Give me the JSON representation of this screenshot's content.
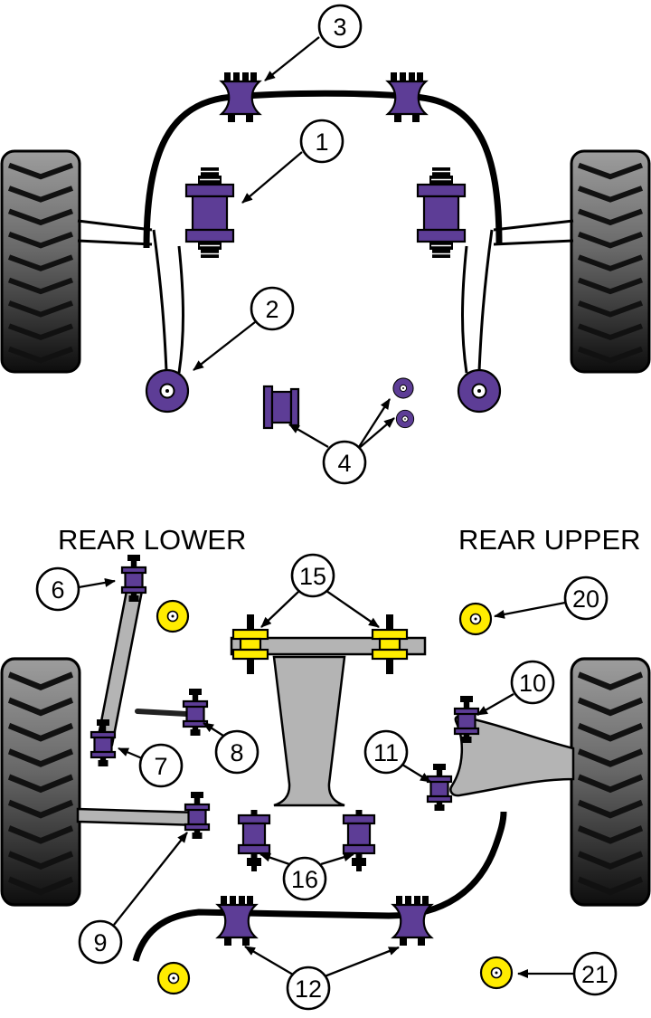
{
  "labels": {
    "rear_lower": "REAR LOWER",
    "rear_upper": "REAR UPPER"
  },
  "callouts": {
    "c1": "1",
    "c2": "2",
    "c3": "3",
    "c4": "4",
    "c6": "6",
    "c7": "7",
    "c8": "8",
    "c9": "9",
    "c10": "10",
    "c11": "11",
    "c12": "12",
    "c15": "15",
    "c16": "16",
    "c20": "20",
    "c21": "21"
  },
  "colors": {
    "bushing_purple": "#5d3d96",
    "bushing_yellow": "#ffec00",
    "arm_gray": "#b4b4b4",
    "outline": "#000000",
    "background": "#ffffff"
  }
}
